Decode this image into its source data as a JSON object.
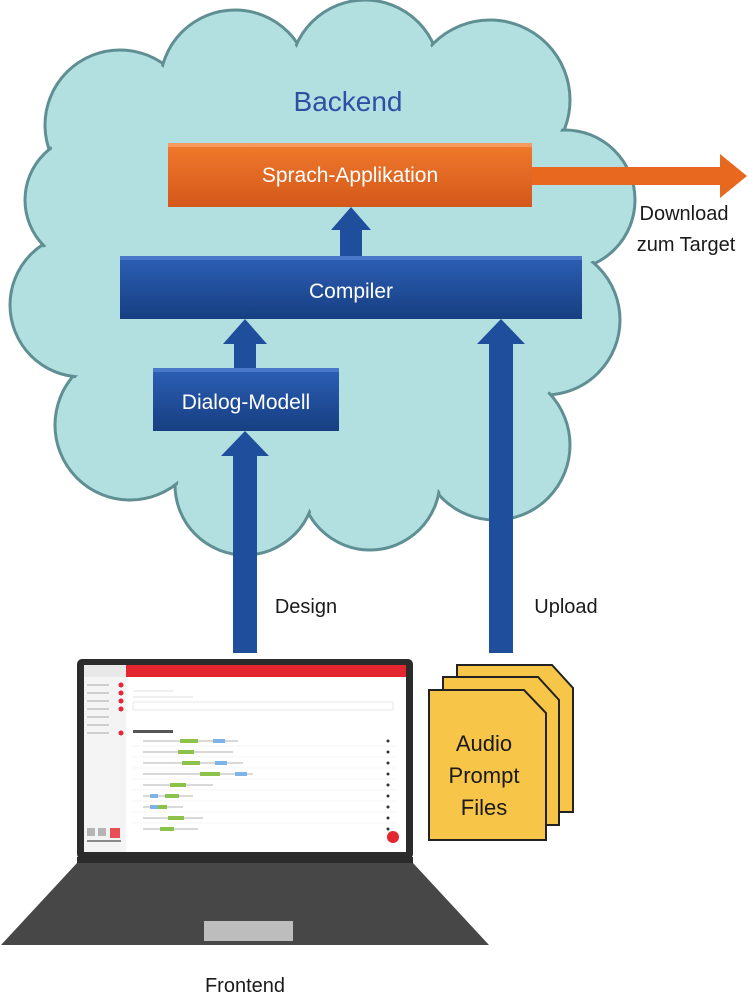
{
  "diagram": {
    "cloud_title": "Backend",
    "boxes": {
      "sprach_applikation": "Sprach-Applikation",
      "compiler": "Compiler",
      "dialog_modell": "Dialog-Modell"
    },
    "labels": {
      "download_line1": "Download",
      "download_line2": "zum Target",
      "design": "Design",
      "upload": "Upload",
      "frontend": "Frontend"
    },
    "files": {
      "line1": "Audio",
      "line2": "Prompt",
      "line3": "Files"
    },
    "colors": {
      "cloud_fill": "#b2e0e1",
      "cloud_stroke": "#5f8f93",
      "title_blue": "#2e4fa3",
      "box_blue": "#1f4e9c",
      "box_orange": "#e9681f",
      "arrow_blue": "#1f4e9c",
      "arrow_orange": "#e9681f",
      "file_fill": "#f7c548",
      "laptop_dark": "#2b2b2b",
      "accent_red": "#e3262f"
    }
  }
}
